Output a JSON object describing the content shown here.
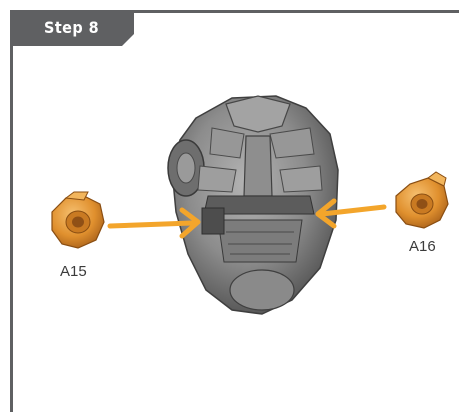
{
  "step": {
    "label": "Step 8"
  },
  "parts": [
    {
      "id": "A15",
      "label": "A15"
    },
    {
      "id": "A16",
      "label": "A16"
    }
  ],
  "colors": {
    "frame": "#5f6062",
    "tab": "#5f6062",
    "part_orange": "#e39a3a",
    "arrow": "#f3a52b",
    "helmet_gray": "#8a8a8a"
  }
}
